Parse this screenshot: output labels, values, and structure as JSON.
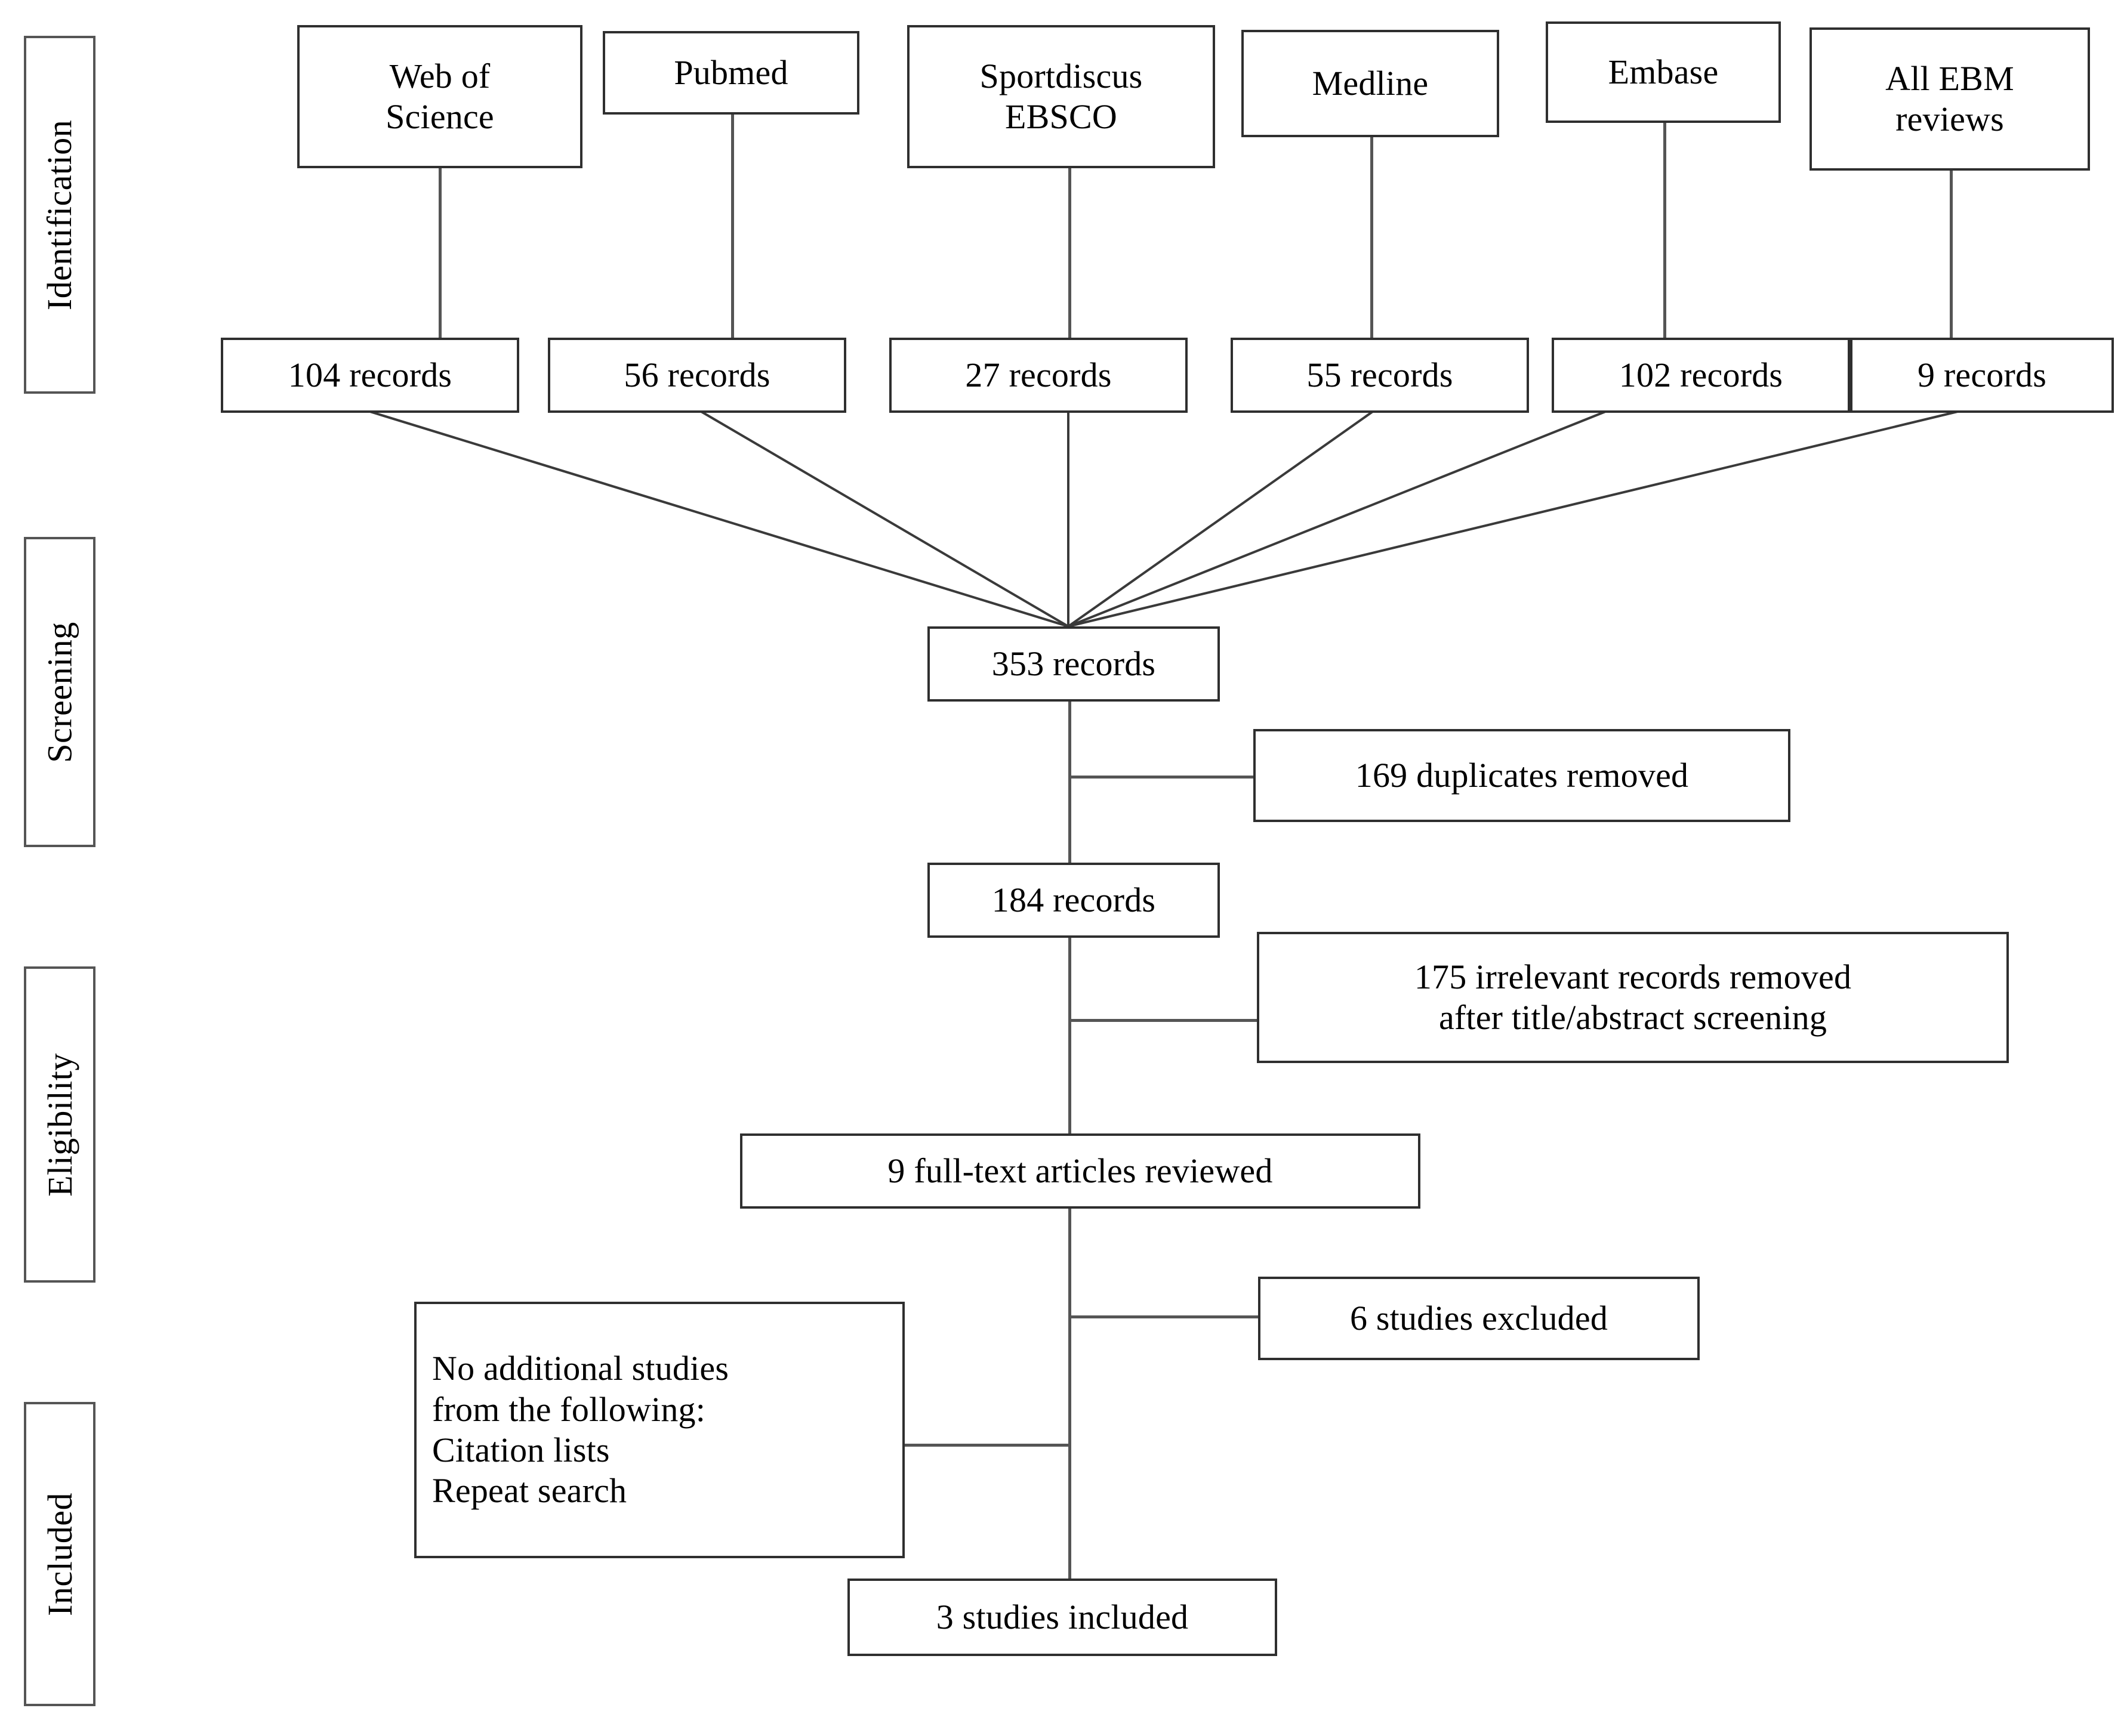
{
  "diagram": {
    "title": "PRISMA study selection flow diagram",
    "type": "flowchart",
    "accent_color": "#2f2f2f",
    "line_color": "#555555",
    "stages": [
      {
        "id": "identification",
        "label": "Identification"
      },
      {
        "id": "screening",
        "label": "Screening"
      },
      {
        "id": "eligibility",
        "label": "Eligibility"
      },
      {
        "id": "included",
        "label": "Included"
      }
    ],
    "sources": [
      {
        "id": "web-of-science",
        "label": "Web of\nScience",
        "records": "104 records"
      },
      {
        "id": "pubmed",
        "label": "Pubmed",
        "records": "56 records"
      },
      {
        "id": "sportdiscus",
        "label": "Sportdiscus\nEBSCO",
        "records": "27 records"
      },
      {
        "id": "medline",
        "label": "Medline",
        "records": "55 records"
      },
      {
        "id": "embase",
        "label": "Embase",
        "records": "102 records"
      },
      {
        "id": "all-ebm",
        "label": "All EBM\nreviews",
        "records": "9 records"
      }
    ],
    "flow": {
      "merged_records": "353 records",
      "duplicates_removed": "169 duplicates removed",
      "after_duplicates": "184 records",
      "irrelevant_removed": "175 irrelevant records removed\nafter title/abstract screening",
      "full_text_reviewed": "9 full-text articles reviewed",
      "studies_excluded": "6 studies excluded",
      "no_additional": "No additional studies\nfrom the following:\nCitation lists\nRepeat search",
      "studies_included": "3 studies included"
    }
  },
  "chart_data": {
    "type": "diagram",
    "title": "PRISMA flow diagram",
    "nodes": [
      {
        "id": "web-of-science",
        "text": "Web of Science",
        "level": "source"
      },
      {
        "id": "pubmed",
        "text": "Pubmed",
        "level": "source"
      },
      {
        "id": "sportdiscus",
        "text": "Sportdiscus EBSCO",
        "level": "source"
      },
      {
        "id": "medline",
        "text": "Medline",
        "level": "source"
      },
      {
        "id": "embase",
        "text": "Embase",
        "level": "source"
      },
      {
        "id": "all-ebm",
        "text": "All EBM reviews",
        "level": "source"
      },
      {
        "id": "rec-104",
        "text": "104 records",
        "value": 104
      },
      {
        "id": "rec-56",
        "text": "56 records",
        "value": 56
      },
      {
        "id": "rec-27",
        "text": "27 records",
        "value": 27
      },
      {
        "id": "rec-55",
        "text": "55 records",
        "value": 55
      },
      {
        "id": "rec-102",
        "text": "102 records",
        "value": 102
      },
      {
        "id": "rec-9",
        "text": "9 records",
        "value": 9
      },
      {
        "id": "merged",
        "text": "353 records",
        "value": 353
      },
      {
        "id": "duplicates",
        "text": "169 duplicates removed",
        "value": 169
      },
      {
        "id": "after-dupes",
        "text": "184 records",
        "value": 184
      },
      {
        "id": "irrelevant",
        "text": "175 irrelevant records removed after title/abstract screening",
        "value": 175
      },
      {
        "id": "fulltext",
        "text": "9 full-text articles reviewed",
        "value": 9
      },
      {
        "id": "excluded",
        "text": "6 studies excluded",
        "value": 6
      },
      {
        "id": "no-additional",
        "text": "No additional studies from the following: Citation lists, Repeat search",
        "value": 0
      },
      {
        "id": "included",
        "text": "3 studies included",
        "value": 3
      }
    ]
  }
}
